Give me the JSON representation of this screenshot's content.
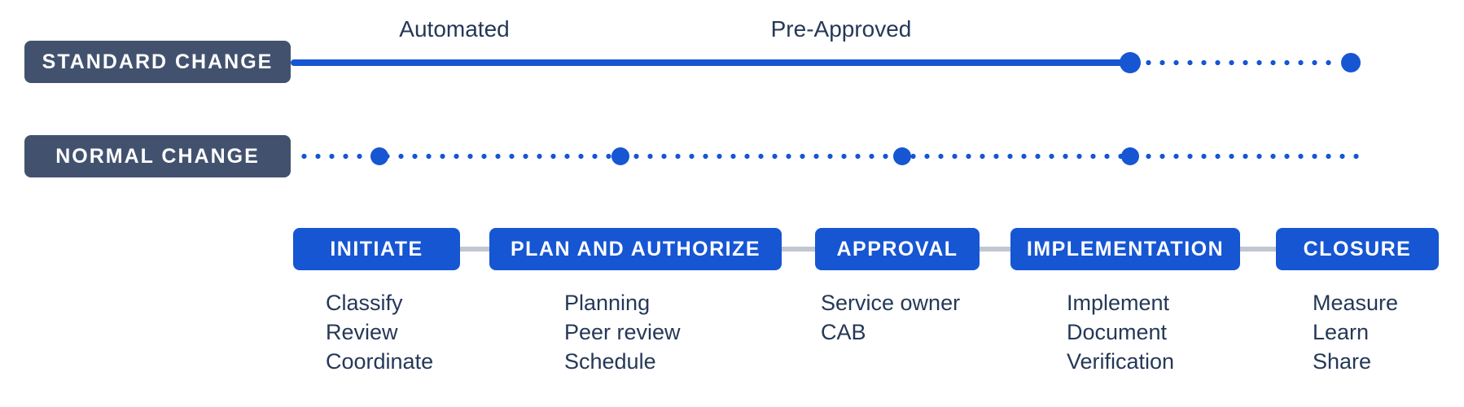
{
  "colors": {
    "slate": "#42526E",
    "blue": "#1656D3",
    "text": "#253858",
    "connector": "#C1C7D0",
    "background": "#FFFFFF"
  },
  "tracks": [
    {
      "label": "STANDARD CHANGE",
      "line_style": "solid-then-dotted",
      "annotations": [
        {
          "text": "Automated"
        },
        {
          "text": "Pre-Approved"
        }
      ]
    },
    {
      "label": "NORMAL CHANGE",
      "line_style": "dotted",
      "milestone_count": 4
    }
  ],
  "stages": [
    {
      "label": "INITIATE",
      "items": [
        "Classify",
        "Review",
        "Coordinate"
      ]
    },
    {
      "label": "PLAN AND AUTHORIZE",
      "items": [
        "Planning",
        "Peer review",
        "Schedule"
      ]
    },
    {
      "label": "APPROVAL",
      "items": [
        "Service owner",
        "CAB"
      ]
    },
    {
      "label": "IMPLEMENTATION",
      "items": [
        "Implement",
        "Document",
        "Verification"
      ]
    },
    {
      "label": "CLOSURE",
      "items": [
        "Measure",
        "Learn",
        "Share"
      ]
    }
  ]
}
